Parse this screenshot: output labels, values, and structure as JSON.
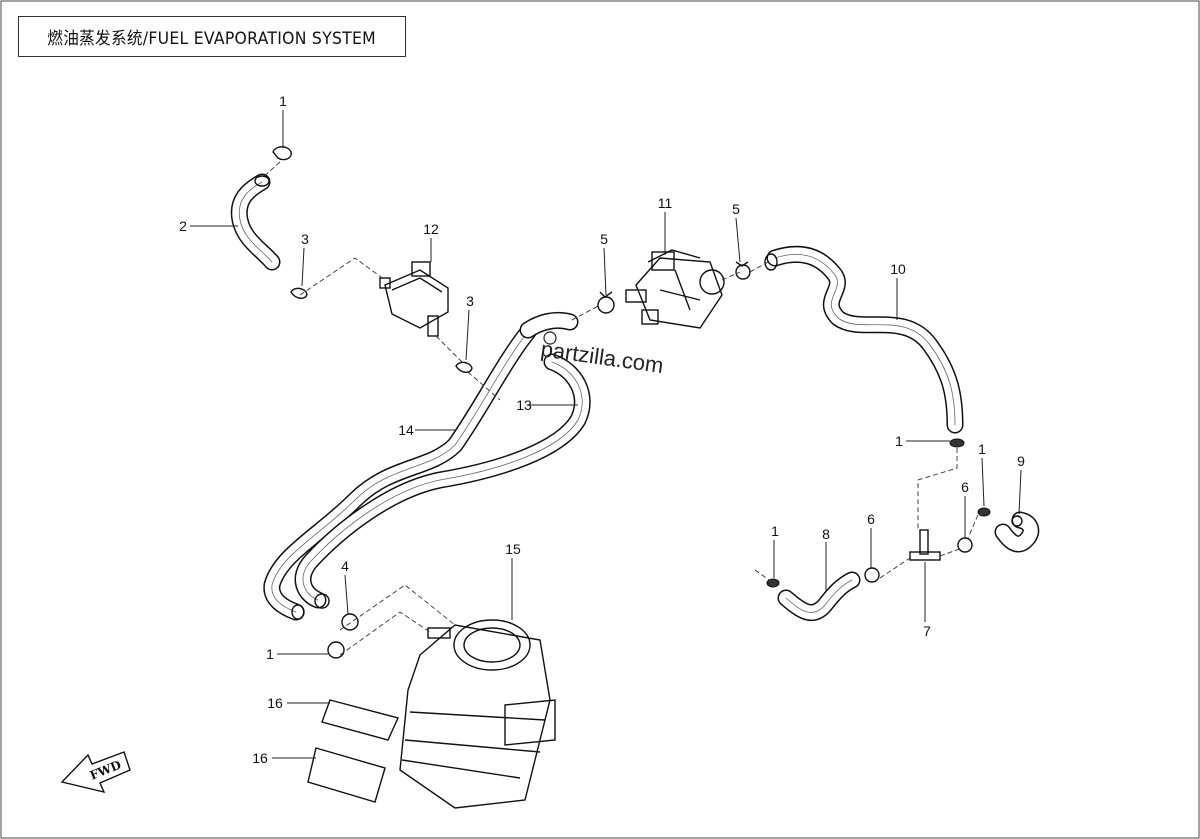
{
  "title": "燃油蒸发系统/FUEL EVAPORATION SYSTEM",
  "watermark": "partzilla.com",
  "fwd_label": "FWD",
  "callouts": {
    "c1a": "1",
    "c2": "2",
    "c3a": "3",
    "c12": "12",
    "c3b": "3",
    "c5a": "5",
    "c11": "11",
    "c5b": "5",
    "c10": "10",
    "c13": "13",
    "c14": "14",
    "c1b": "1",
    "c1c": "1",
    "c9": "9",
    "c6a": "6",
    "c1d": "1",
    "c8": "8",
    "c6b": "6",
    "c7": "7",
    "c15": "15",
    "c4": "4",
    "c1e": "1",
    "c16a": "16",
    "c16b": "16"
  },
  "colors": {
    "line": "#111111",
    "background": "#ffffff"
  }
}
